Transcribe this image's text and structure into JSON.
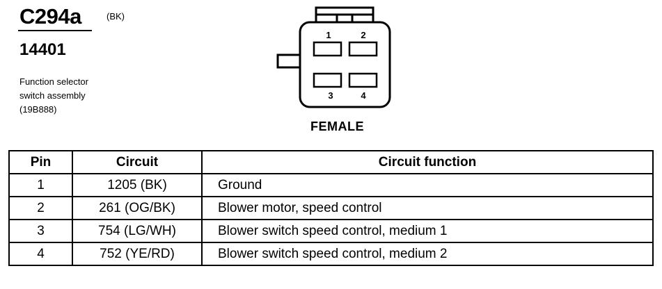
{
  "header": {
    "connector_id": "C294a",
    "color_code": "(BK)",
    "part_number": "14401",
    "description": [
      "Function selector",
      "switch assembly",
      "(19B888)"
    ]
  },
  "connector": {
    "pin_labels": [
      "1",
      "2",
      "3",
      "4"
    ],
    "gender": "FEMALE"
  },
  "table": {
    "headers": [
      "Pin",
      "Circuit",
      "Circuit function"
    ],
    "rows": [
      {
        "pin": "1",
        "circuit": "1205 (BK)",
        "function": "Ground"
      },
      {
        "pin": "2",
        "circuit": "261 (OG/BK)",
        "function": "Blower motor, speed control"
      },
      {
        "pin": "3",
        "circuit": "754 (LG/WH)",
        "function": "Blower switch speed control, medium 1"
      },
      {
        "pin": "4",
        "circuit": "752 (YE/RD)",
        "function": "Blower switch speed control, medium 2"
      }
    ]
  }
}
